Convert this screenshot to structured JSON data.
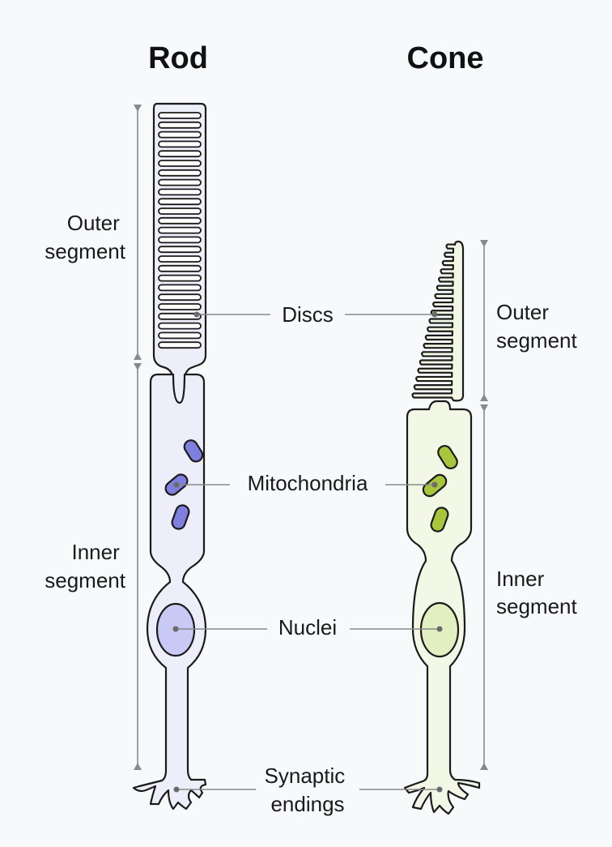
{
  "rod": {
    "title": "Rod",
    "outer_label": [
      "Outer",
      "segment"
    ],
    "inner_label": [
      "Inner",
      "segment"
    ],
    "fill": "#eeeefb",
    "organelle_color": "#7f7fe0",
    "nucleus_color": "#c9c9f6"
  },
  "cone": {
    "title": "Cone",
    "outer_label": [
      "Outer",
      "segment"
    ],
    "inner_label": [
      "Inner",
      "segment"
    ],
    "fill": "#f3f8e6",
    "organelle_color": "#a8c63c",
    "nucleus_color": "#e2efc0"
  },
  "labels": {
    "discs": "Discs",
    "mitochondria": "Mitochondria",
    "nuclei": "Nuclei",
    "synaptic": [
      "Synaptic",
      "endings"
    ]
  }
}
